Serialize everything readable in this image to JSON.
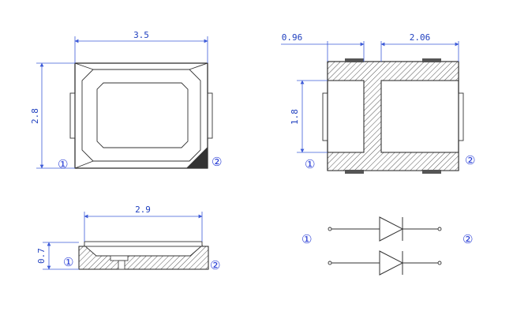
{
  "top_view": {
    "width_label": "3.5",
    "height_label": "2.8",
    "pin1": "①",
    "pin2": "②"
  },
  "bottom_view": {
    "left_label": "0.96",
    "right_label": "2.06",
    "height_label": "1.8",
    "pin1": "①",
    "pin2": "②"
  },
  "side_view": {
    "width_label": "2.9",
    "height_label": "0.7",
    "pin1": "①",
    "pin2": "②"
  },
  "schematic": {
    "pin1": "①",
    "pin2": "②"
  },
  "colors": {
    "dimension": "#1f3fbf",
    "outline": "#222222"
  }
}
